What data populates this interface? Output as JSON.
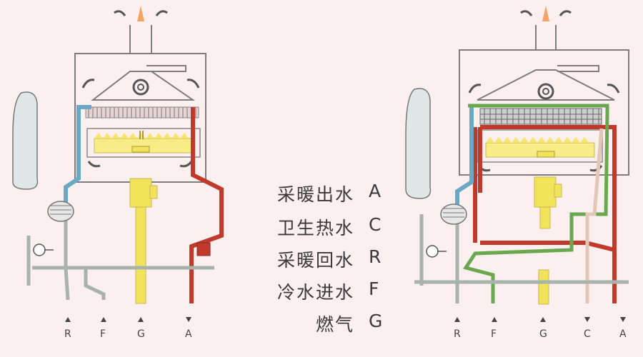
{
  "legend": [
    {
      "code": "A",
      "label": "采暖出水"
    },
    {
      "code": "C",
      "label": "卫生热水"
    },
    {
      "code": "R",
      "label": "采暖回水"
    },
    {
      "code": "F",
      "label": "冷水进水"
    },
    {
      "code": "G",
      "label": "燃气"
    }
  ],
  "left_boiler": {
    "ports": [
      {
        "code": "R",
        "direction": "in"
      },
      {
        "code": "F",
        "direction": "in"
      },
      {
        "code": "G",
        "direction": "in"
      },
      {
        "code": "A",
        "direction": "out"
      }
    ]
  },
  "right_boiler": {
    "ports": [
      {
        "code": "R",
        "direction": "in"
      },
      {
        "code": "F",
        "direction": "in"
      },
      {
        "code": "G",
        "direction": "in"
      },
      {
        "code": "C",
        "direction": "out"
      },
      {
        "code": "A",
        "direction": "out"
      }
    ]
  },
  "colors": {
    "background": "#fbeff0",
    "outline": "#7d7d7d",
    "heating_supply": "#c0392b",
    "heating_return": "#6aa9c4",
    "cold_water": "#a9b3ad",
    "domestic_hot_water": "#6aa84f",
    "gas": "#f1e35a",
    "burner_yellow": "#f7ec86",
    "exhaust_arrow": "#f4a460",
    "expansion_tank": "#dfe8e6",
    "hot_outlet_pipe": "#e2c7b6"
  }
}
